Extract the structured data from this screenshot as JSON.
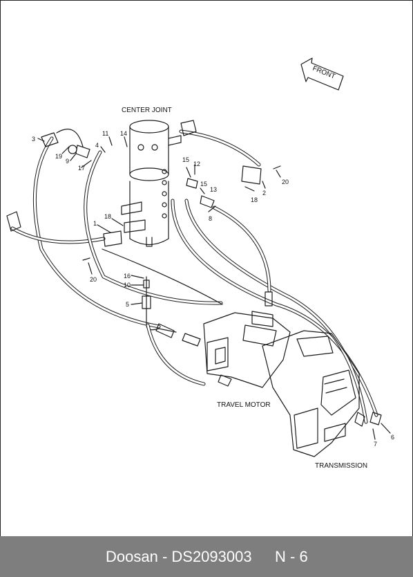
{
  "captions": {
    "center_joint": "CENTER JOINT",
    "travel_motor": "TRAVEL MOTOR",
    "transmission": "TRANSMISSION",
    "front": "FRONT"
  },
  "callouts": [
    {
      "id": "1",
      "num": "1"
    },
    {
      "id": "2",
      "num": "2"
    },
    {
      "id": "3",
      "num": "3"
    },
    {
      "id": "4",
      "num": "4"
    },
    {
      "id": "5",
      "num": "5"
    },
    {
      "id": "6",
      "num": "6"
    },
    {
      "id": "7",
      "num": "7"
    },
    {
      "id": "8",
      "num": "8"
    },
    {
      "id": "9",
      "num": "9"
    },
    {
      "id": "10",
      "num": "10"
    },
    {
      "id": "11",
      "num": "11"
    },
    {
      "id": "12",
      "num": "12"
    },
    {
      "id": "13",
      "num": "13"
    },
    {
      "id": "14",
      "num": "14"
    },
    {
      "id": "15a",
      "num": "15"
    },
    {
      "id": "15b",
      "num": "15"
    },
    {
      "id": "16",
      "num": "16"
    },
    {
      "id": "17",
      "num": "17"
    },
    {
      "id": "18a",
      "num": "18"
    },
    {
      "id": "18b",
      "num": "18"
    },
    {
      "id": "19",
      "num": "19"
    },
    {
      "id": "20a",
      "num": "20"
    },
    {
      "id": "20b",
      "num": "20"
    }
  ],
  "footer": {
    "brand": "Doosan - DS2093003",
    "page": "N - 6"
  }
}
